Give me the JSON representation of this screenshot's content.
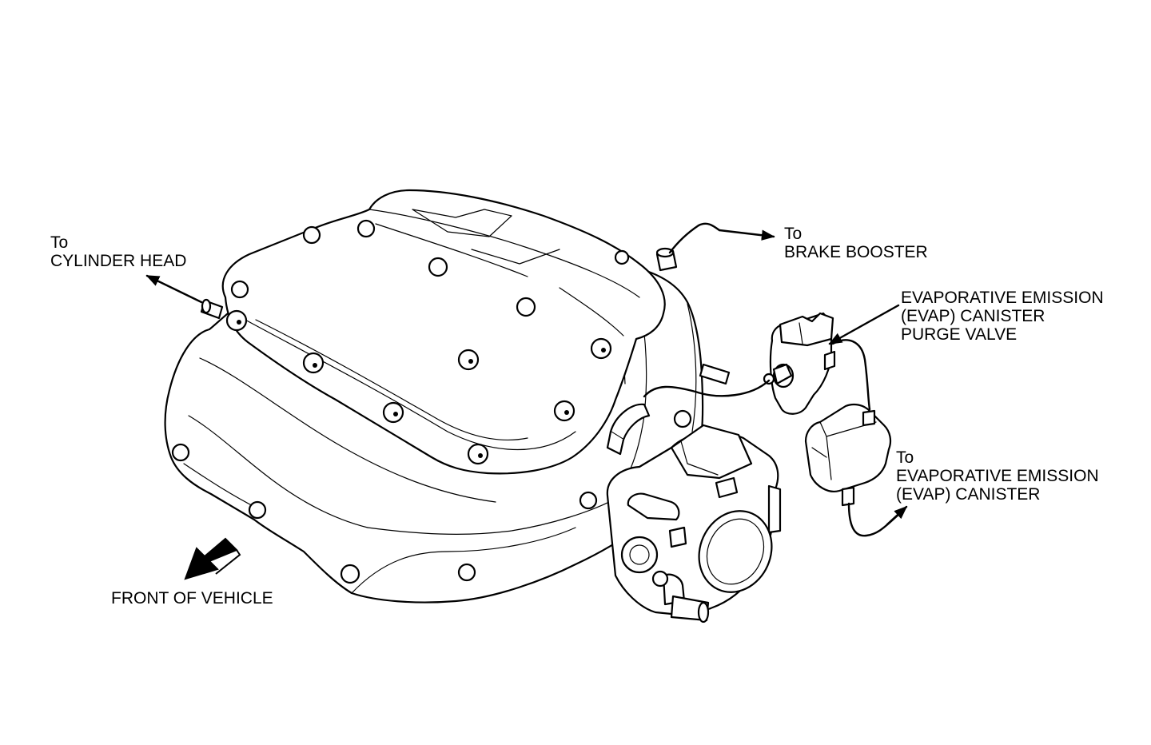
{
  "labels": {
    "cylinder_head": [
      "To",
      "CYLINDER HEAD"
    ],
    "brake_booster": [
      "To",
      "BRAKE BOOSTER"
    ],
    "purge_valve": [
      "EVAPORATIVE EMISSION",
      "(EVAP) CANISTER",
      "PURGE VALVE"
    ],
    "canister": [
      "To",
      "EVAPORATIVE EMISSION",
      "(EVAP) CANISTER"
    ],
    "front": "FRONT OF VEHICLE"
  },
  "icons": {
    "front_arrow": "front-of-vehicle-arrow-icon"
  },
  "colors": {
    "line": "#000000",
    "background": "#ffffff"
  }
}
